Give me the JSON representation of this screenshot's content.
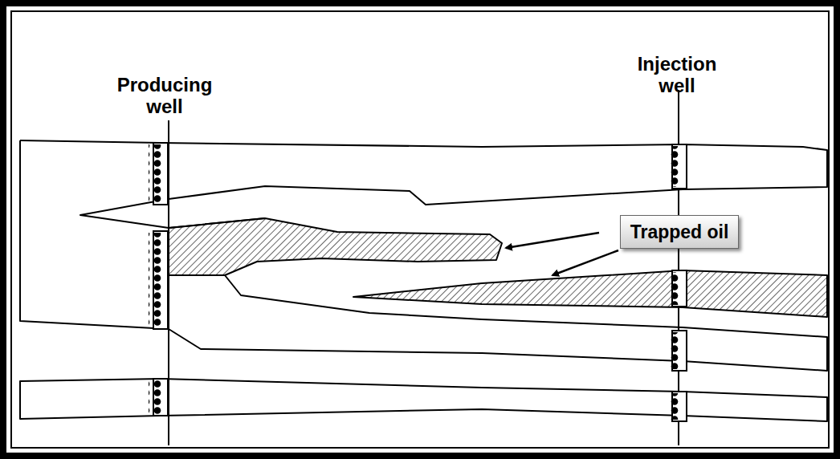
{
  "diagram": {
    "nodes": [
      {
        "text": [
          "Trapped oil"
        ]
      }
    ],
    "labels": [
      "Producing well",
      "Injection well"
    ]
  }
}
